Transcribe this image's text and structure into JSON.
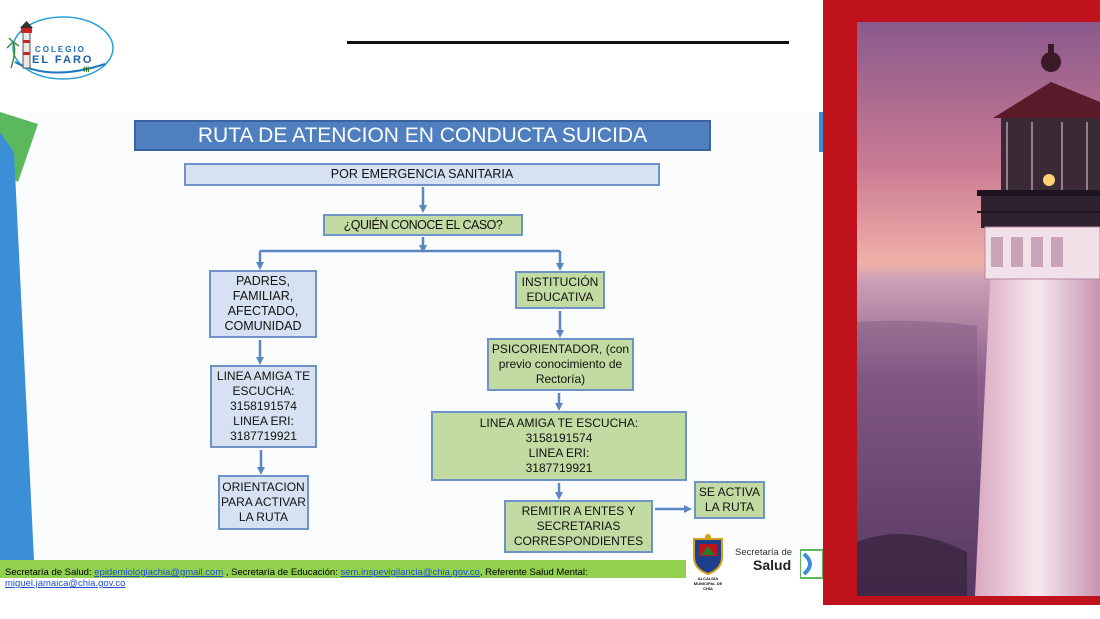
{
  "logo": {
    "line1": "COLEGIO",
    "line2": "EL FARO",
    "motto": "ffi"
  },
  "diagram": {
    "title": "RUTA DE ATENCION EN CONDUCTA SUICIDA",
    "root": "POR EMERGENCIA SANITARIA",
    "question": "¿QUIÉN CONOCE EL CASO?",
    "left_branch": {
      "step1": "PADRES,\nFAMILIAR,\nAFECTADO,\nCOMUNIDAD",
      "step2": "LINEA AMIGA TE\nESCUCHA:\n3158191574\nLINEA ERI:\n3187719921",
      "step3": "ORIENTACION\nPARA ACTIVAR\nLA RUTA"
    },
    "right_branch": {
      "step1": "INSTITUCIÓN\nEDUCATIVA",
      "step2": "PSICORIENTADOR, (con\nprevio conocimiento de\nRectoría)",
      "step3": "LINEA AMIGA TE ESCUCHA:\n3158191574\nLINEA ERI:\n3187719921",
      "step4": "REMITIR A ENTES Y\nSECRETARIAS\nCORRESPONDIENTES",
      "step5": "SE ACTIVA\nLA RUTA"
    }
  },
  "footer": {
    "label_salud": "Secretaría de Salud: ",
    "email_salud": "epidemiologiachia@gmail.com",
    "label_educacion": " , Secretaría de Educación: ",
    "email_educacion": "sem.inspevigilancia@chia.gov.co",
    "label_referente": ", Referente Salud Mental: ",
    "email_referente": "miguel.jamaica@chia.gov.co"
  },
  "footer_logos": {
    "alcaldia_text": "ALCALDÍA MUNICIPAL DE CHÍA",
    "secretaria_line1": "Secretaría de",
    "secretaria_line2": "Salud"
  },
  "colors": {
    "title_bg": "#4f7fbf",
    "blue_box": "#d6e2f1",
    "green_box": "#c2dba2",
    "box_border": "#6f93c6",
    "arrow": "#5b86c0",
    "footer_bar": "#92d050",
    "red_frame": "#c0121c",
    "side_blue": "#3a8fd6",
    "side_green": "#5cb85c"
  },
  "icons": [
    "lighthouse-logo-icon",
    "alcaldia-shield-icon",
    "secretaria-salud-logo-icon"
  ]
}
